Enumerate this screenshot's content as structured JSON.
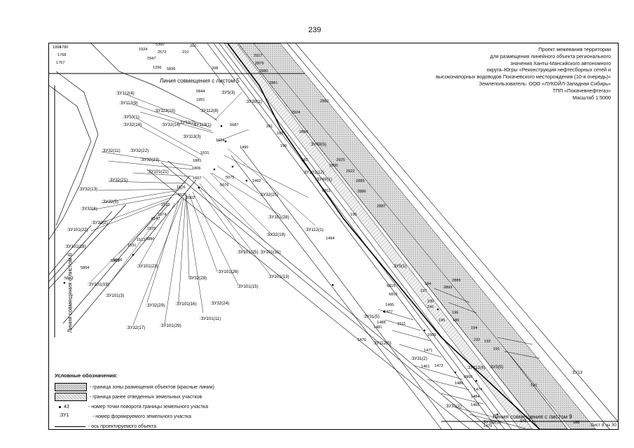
{
  "page_number": "239",
  "title_block": [
    "Проект межевания территории",
    "для размещения линейного объекта регионального",
    "значения Ханты-Мансийского автономного",
    "округа–Югры «Реконструкция нефтесборных сетей и",
    "высоконапорных водоводов Покачевского месторождения (10-я очередь)»",
    "Землепользователь: ООО «ЛУКОЙЛ-Западная Сибирь»",
    "ТПП «Покачевнефтегаз»",
    "Масштаб 1:5000"
  ],
  "combine_lines": {
    "top": "Линия совмещения с листом 5",
    "left": "Линия совмещения с листом 6",
    "bottom": "Линия совмещения с листом 9"
  },
  "sheet_note": "Лист 8 из 30",
  "legend": {
    "title": "Условные обозначения:",
    "items": [
      {
        "symbol": "zone",
        "text": "- граница зоны размещения объектов (красные линии)"
      },
      {
        "symbol": "prev",
        "text": "- граница ранее отведенных земельных участков"
      },
      {
        "symbol": "point",
        "sample": "43",
        "text": "- номер точки поворота границы земельного участка"
      },
      {
        "symbol": "code",
        "sample": ":ЗУ1",
        "text": "- номер формируемого земельного участка"
      },
      {
        "symbol": "axis",
        "text": "- ось проектируемого объекта"
      }
    ]
  },
  "parcel_labels": [
    ":ЗУ112(4)",
    ":ЗУ112(9)",
    ":ЗУ112(10)",
    ":ЗУ112(8)",
    ":ЗУ53(1)",
    ":ЗУ53(2)",
    ":ЗУ32(16)",
    ":ЗУ32(14)",
    ":ЗУ113(1)",
    ":ЗУ113(3)",
    ":ЗУ5(3)",
    ":ЗУ30(1)",
    ":ЗУ32(11)",
    ":ЗУ32(22)",
    ":ЗУ32(23)",
    ":ЗУ101(21)",
    ":ЗУ32(21)",
    ":ЗУ32(13)",
    ":ЗУ32(5)",
    ":ЗУ32(4)",
    ":ЗУ32(2)",
    ":ЗУ101(22)",
    ":ЗУ101(18)",
    ":ЗУ101(19)",
    ":ЗУ101(3)",
    ":ЗУ101(23)",
    ":ЗУ32(29)",
    ":ЗУ32(17)",
    ":ЗУ101(29)",
    ":ЗУ101(16)",
    ":ЗУ101(11)",
    ":ЗУ32(24)",
    ":ЗУ32(28)",
    ":ЗУ101(26)",
    ":ЗУ101(15)",
    ":ЗУ101(13)",
    ":ЗУ101(25)",
    ":ЗУ101(31)",
    ":ЗУ32(19)",
    ":ЗУ101(28)",
    ":ЗУ32(25)",
    ":ЗУ101(12)",
    ":ЗУ112(1)",
    ":ЗУ49(5)",
    ":ЗУ49(1)",
    ":ЗУ5(1)",
    ":ЗУ31(5)",
    ":ЗУ112(5)",
    ":ЗУ31(2)",
    ":ЗУ112(6)",
    ":ЗУ5(5)",
    ":ЗУ31(1)",
    ":ЗУ112(2)",
    ":ЗУ13"
  ],
  "point_labels": [
    "1780",
    "1768",
    "1767",
    "1994",
    "5360",
    "207",
    "2572",
    "210",
    "1924",
    "2947",
    "1296",
    "5836",
    "208",
    "2917",
    "2879",
    "2880",
    "2881",
    "2882",
    "2924",
    "5844",
    "1951",
    "5687",
    "201",
    "182",
    "2884",
    "199",
    "1624",
    "1490",
    "183",
    "2925",
    "2895",
    "2922",
    "2885",
    "2886",
    "2887",
    "1631",
    "1881",
    "1806",
    "1607",
    "5075",
    "5076",
    "1492",
    "6811",
    "196",
    "1616",
    "5902",
    "5526",
    "1533",
    "1574",
    "6147",
    "1525",
    "5880",
    "1531",
    "1513",
    "5006",
    "5863",
    "5864",
    "5883",
    "1494",
    "2889",
    "2893",
    "184",
    "197",
    "6815",
    "6816",
    "230",
    "241",
    "196",
    "195",
    "186",
    "194",
    "1495",
    "1477",
    "1488",
    "1481",
    "1511",
    "1509",
    "1476",
    "232",
    "192",
    "191",
    "1471",
    "1473",
    "1461",
    "6860",
    "1486",
    "1474",
    "190",
    "1484",
    "1465",
    "1475",
    "243",
    "188"
  ],
  "colors": {
    "zone_fill": "#c8c8c8",
    "ink": "#111111"
  }
}
